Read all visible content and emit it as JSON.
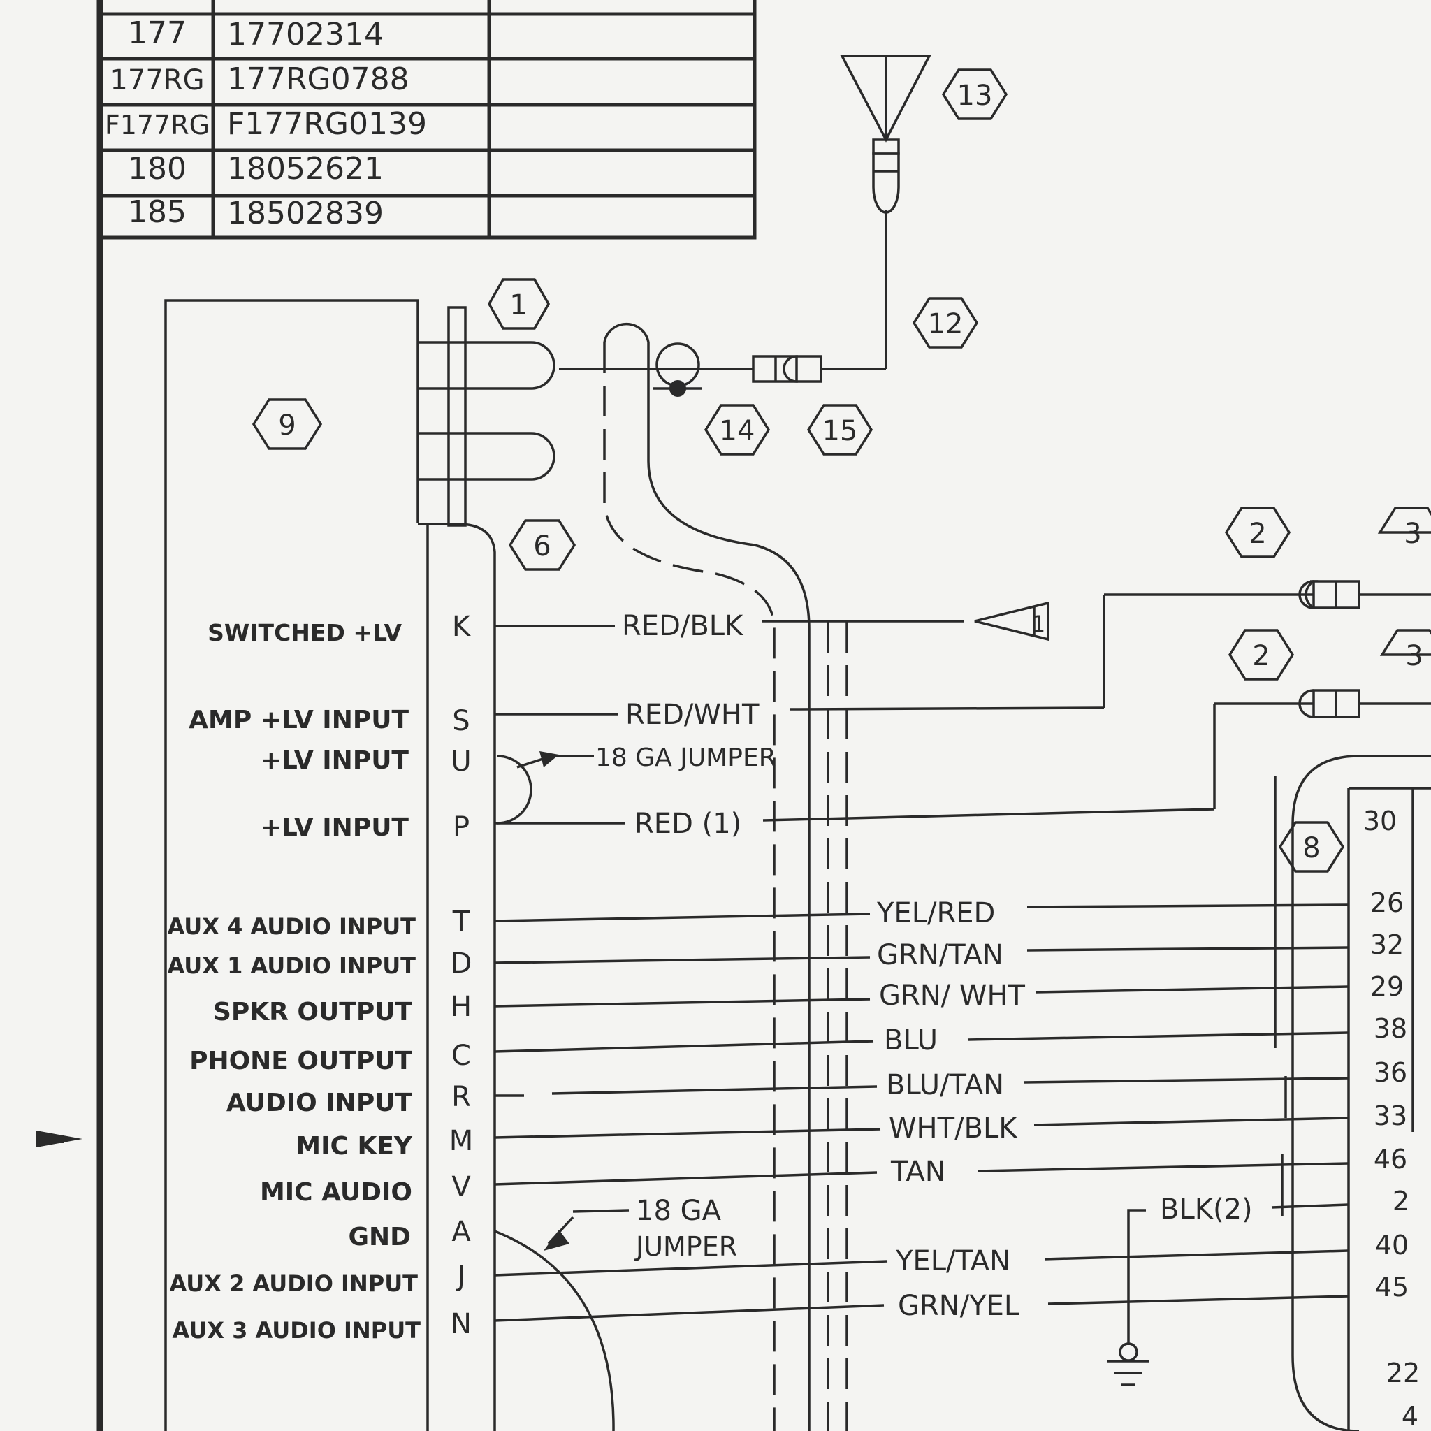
{
  "parts_table": [
    {
      "model": "177",
      "serial": "17702314"
    },
    {
      "model": "177RG",
      "serial": "177RG0788"
    },
    {
      "model": "F177RG",
      "serial": "F177RG0139"
    },
    {
      "model": "180",
      "serial": "18052621"
    },
    {
      "model": "185",
      "serial": "18502839"
    }
  ],
  "callouts": {
    "c1": "1",
    "c2a": "2",
    "c2b": "2",
    "c3a": "3",
    "c3b": "3",
    "c6": "6",
    "c8": "8",
    "c9": "9",
    "c12": "12",
    "c13": "13",
    "c14": "14",
    "c15": "15",
    "flag1": "1"
  },
  "connector_pins": [
    {
      "label": "SWITCHED +LV",
      "pin": "K"
    },
    {
      "label": "AMP +LV INPUT",
      "pin": "S"
    },
    {
      "label": "+LV INPUT",
      "pin": "U"
    },
    {
      "label": "+LV INPUT",
      "pin": "P"
    },
    {
      "label": "AUX 4 AUDIO INPUT",
      "pin": "T"
    },
    {
      "label": "AUX 1 AUDIO INPUT",
      "pin": "D"
    },
    {
      "label": "SPKR OUTPUT",
      "pin": "H"
    },
    {
      "label": "PHONE OUTPUT",
      "pin": "C"
    },
    {
      "label": "AUDIO INPUT",
      "pin": "R"
    },
    {
      "label": "MIC KEY",
      "pin": "M"
    },
    {
      "label": "MIC AUDIO",
      "pin": "V"
    },
    {
      "label": "GND",
      "pin": "A"
    },
    {
      "label": "AUX 2 AUDIO INPUT",
      "pin": "J"
    },
    {
      "label": "AUX 3 AUDIO INPUT",
      "pin": "N"
    }
  ],
  "wires": {
    "k": "RED/BLK",
    "s": "RED/WHT",
    "jumper1": "18 GA JUMPER",
    "p": "RED (1)",
    "t": "YEL/RED",
    "d": "GRN/TAN",
    "h": "GRN/ WHT",
    "c": "BLU",
    "r": "BLU/TAN",
    "m": "WHT/BLK",
    "v": "TAN",
    "gnd": "BLK(2)",
    "j": "YEL/TAN",
    "n": "GRN/YEL",
    "jumper2_line1": "18 GA",
    "jumper2_line2": "JUMPER"
  },
  "right_pins": [
    "30",
    "26",
    "32",
    "29",
    "38",
    "36",
    "33",
    "46",
    "2",
    "40",
    "45",
    "22",
    "4"
  ]
}
